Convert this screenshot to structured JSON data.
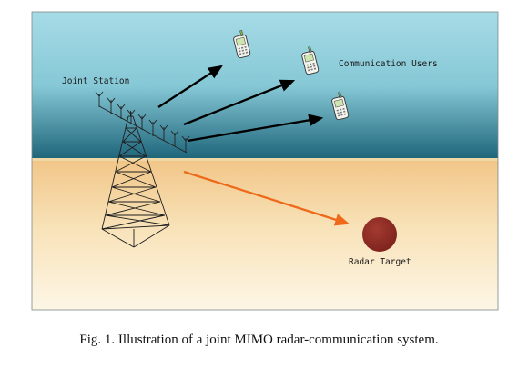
{
  "diagram": {
    "labels": {
      "station": "Joint Station",
      "users": "Communication Users",
      "target": "Radar Target"
    },
    "colors": {
      "sky_top": "#9dd6e2",
      "sky_bottom": "#1f6a80",
      "ground_top": "#f3c98c",
      "ground_bottom": "#fbf2dd",
      "comm_link": "#000000",
      "radar_link": "#ee6a1a",
      "target": "#8e2a24"
    },
    "icons": [
      "antenna-array-icon",
      "tower-icon",
      "phone-icon",
      "radar-target-icon"
    ]
  },
  "caption": {
    "text": "Fig. 1.  Illustration of a joint MIMO radar-communication system."
  }
}
